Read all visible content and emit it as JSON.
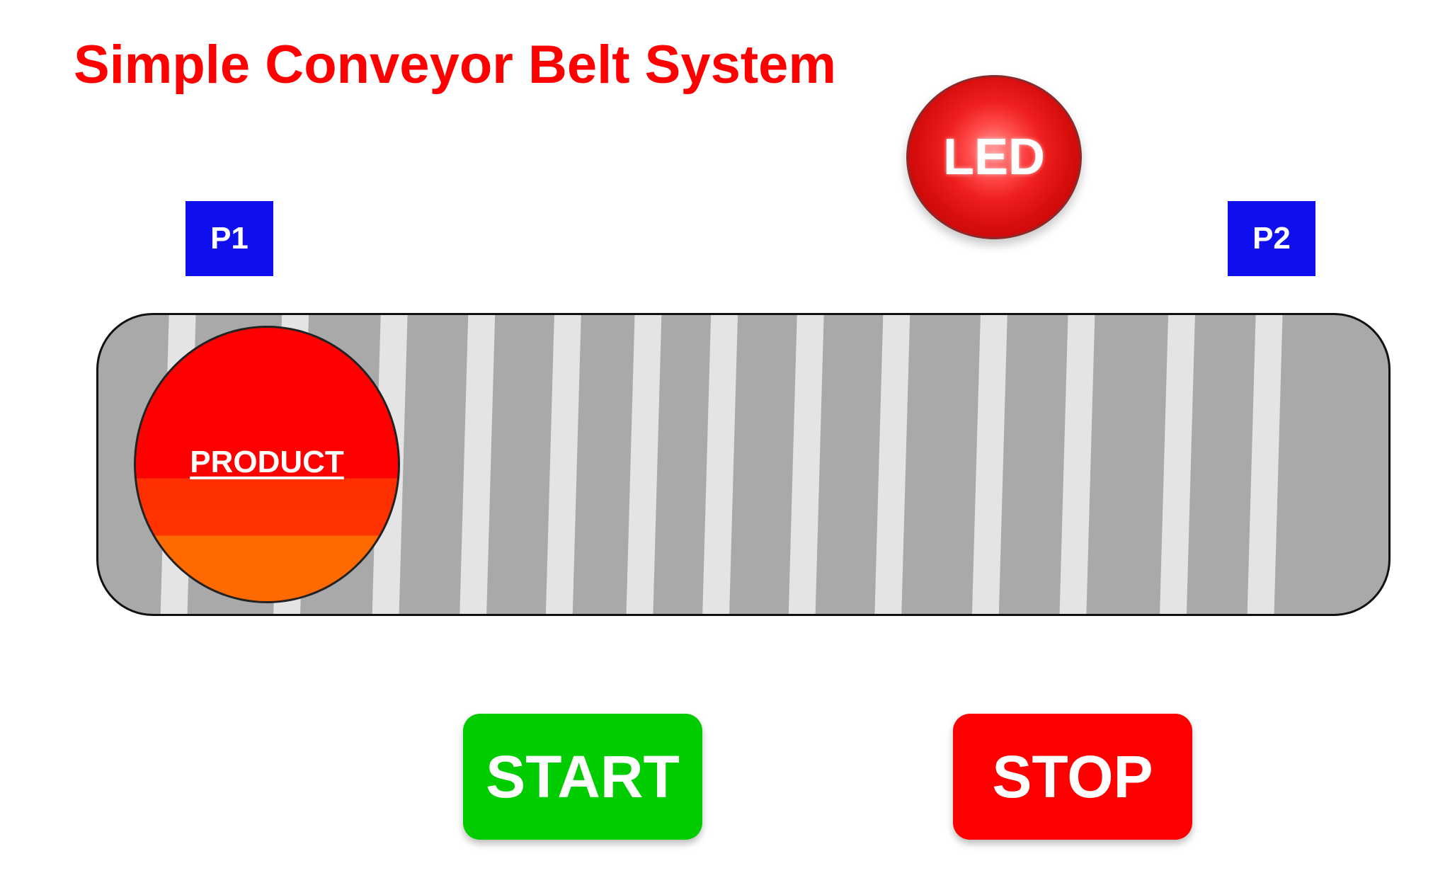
{
  "title": "Simple Conveyor Belt System",
  "sensors": [
    {
      "label": "P1"
    },
    {
      "label": "P2"
    }
  ],
  "led": {
    "label": "LED",
    "state": "on"
  },
  "product": {
    "label": "PRODUCT"
  },
  "buttons": {
    "start_label": "START",
    "stop_label": "STOP"
  },
  "colors": {
    "title": "#ff0000",
    "sensor": "#1010ef",
    "led": "#e31414",
    "belt": "#a9a9a9",
    "belt_slat": "#e4e4e4",
    "product_top": "#ff0000",
    "product_mid": "#ff3300",
    "product_bottom": "#ff6a00",
    "start": "#00cc00",
    "stop": "#ff0000"
  }
}
